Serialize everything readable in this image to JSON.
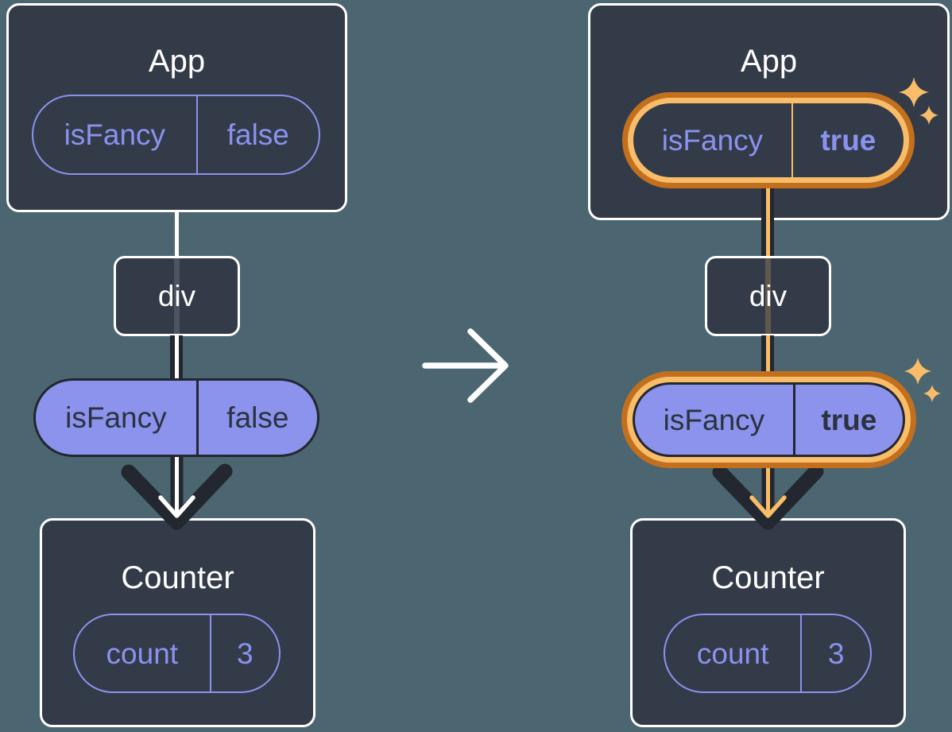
{
  "colors": {
    "background": "#4C6671",
    "node_fill": "#343B48",
    "node_border": "#FFFFFF",
    "accent_purple": "#8A92F0",
    "pill_purple_fill": "#8B93EC",
    "dark_line": "#23272F",
    "highlight_orange": "#F9BD69",
    "highlight_orange_dark": "#C2701D"
  },
  "before": {
    "app": {
      "title": "App",
      "prop": {
        "name": "isFancy",
        "value": "false"
      }
    },
    "div_node": {
      "label": "div"
    },
    "passed_prop": {
      "name": "isFancy",
      "value": "false"
    },
    "counter": {
      "title": "Counter",
      "state": {
        "name": "count",
        "value": "3"
      }
    }
  },
  "after": {
    "app": {
      "title": "App",
      "prop": {
        "name": "isFancy",
        "value": "true"
      }
    },
    "div_node": {
      "label": "div"
    },
    "passed_prop": {
      "name": "isFancy",
      "value": "true"
    },
    "counter": {
      "title": "Counter",
      "state": {
        "name": "count",
        "value": "3"
      }
    }
  }
}
